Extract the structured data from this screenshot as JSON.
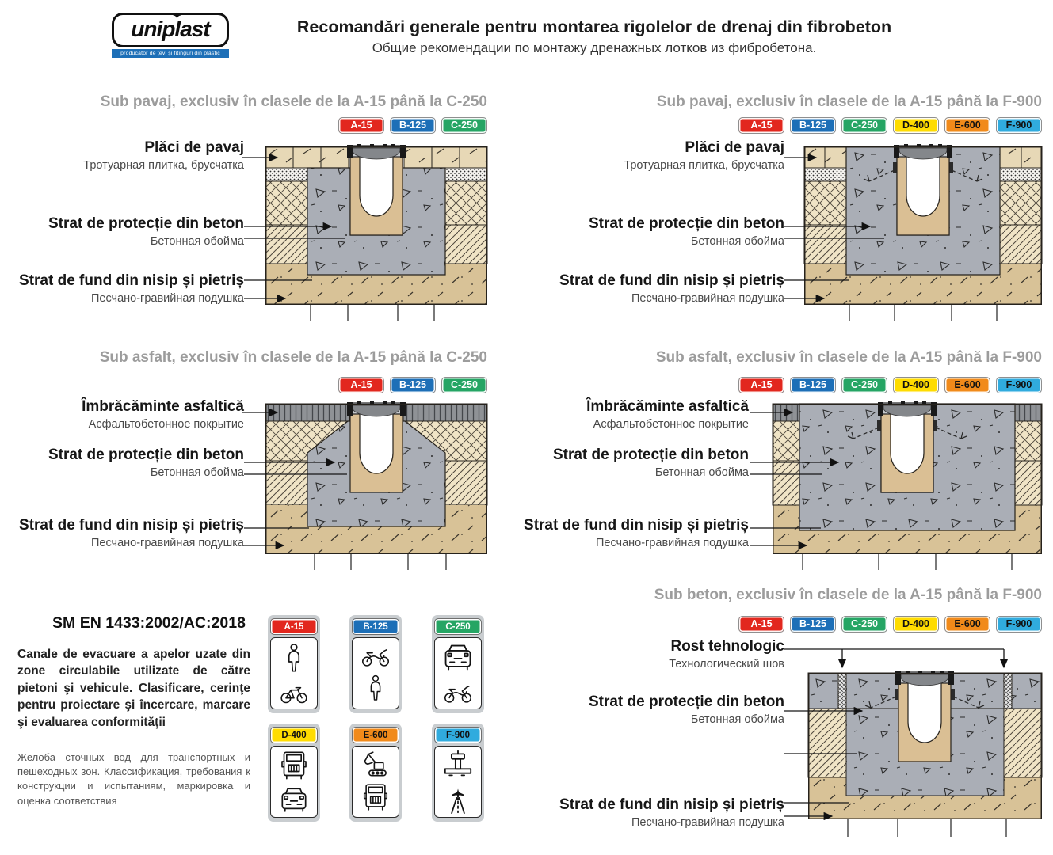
{
  "header": {
    "logo_text": "uniplast",
    "logo_tagline": "producător de țevi și fitinguri din plastic",
    "title_ro": "Recomandări generale pentru montarea rigolelor de drenaj din fibrobeton",
    "title_ru": "Общие рекомендации по монтажу дренажных лотков из фибробетона."
  },
  "classes": {
    "A-15": {
      "bg": "#E2271E",
      "fg": "#ffffff"
    },
    "B-125": {
      "bg": "#1D6FB7",
      "fg": "#ffffff"
    },
    "C-250": {
      "bg": "#25A564",
      "fg": "#ffffff"
    },
    "D-400": {
      "bg": "#FFDC00",
      "fg": "#111111"
    },
    "E-600": {
      "bg": "#F18A1A",
      "fg": "#111111"
    },
    "F-900": {
      "bg": "#30ABDE",
      "fg": "#111111"
    }
  },
  "sections": [
    {
      "heading": "Sub pavaj, exclusiv în clasele de la A-15 până la C-250",
      "badges": [
        "A-15",
        "B-125",
        "C-250"
      ],
      "labels": [
        {
          "ro": "Plăci de pavaj",
          "ru": "Тротуарная плитка, брусчатка"
        },
        {
          "ro": "Strat de protecție din beton",
          "ru": "Бетонная обойма"
        },
        {
          "ro": "Strat de fund din nisip și pietriș",
          "ru": "Песчано-гравийная подушка"
        }
      ]
    },
    {
      "heading": "Sub pavaj, exclusiv în clasele de la A-15 până la F-900",
      "badges": [
        "A-15",
        "B-125",
        "C-250",
        "D-400",
        "E-600",
        "F-900"
      ],
      "labels": [
        {
          "ro": "Plăci de pavaj",
          "ru": "Тротуарная плитка, брусчатка"
        },
        {
          "ro": "Strat de protecție din beton",
          "ru": "Бетонная обойма"
        },
        {
          "ro": "Strat de fund din nisip și pietriș",
          "ru": "Песчано-гравийная подушка"
        }
      ]
    },
    {
      "heading": "Sub asfalt, exclusiv în clasele de la A-15 până la C-250",
      "badges": [
        "A-15",
        "B-125",
        "C-250"
      ],
      "labels": [
        {
          "ro": "Îmbrăcăminte asfaltică",
          "ru": "Асфальтобетонное покрытие"
        },
        {
          "ro": "Strat de protecție din beton",
          "ru": "Бетонная обойма"
        },
        {
          "ro": "Strat de fund din nisip și pietriș",
          "ru": "Песчано-гравийная подушка"
        }
      ]
    },
    {
      "heading": "Sub asfalt, exclusiv în clasele de la A-15 până la F-900",
      "badges": [
        "A-15",
        "B-125",
        "C-250",
        "D-400",
        "E-600",
        "F-900"
      ],
      "labels": [
        {
          "ro": "Îmbrăcăminte asfaltică",
          "ru": "Асфальтобетонное покрытие"
        },
        {
          "ro": "Strat de protecție din beton",
          "ru": "Бетонная обойма"
        },
        {
          "ro": "Strat de fund din nisip și pietriș",
          "ru": "Песчано-гравийная подушка"
        }
      ]
    },
    {
      "heading": "Sub beton, exclusiv în clasele de la A-15 până la F-900",
      "badges": [
        "A-15",
        "B-125",
        "C-250",
        "D-400",
        "E-600",
        "F-900"
      ],
      "labels": [
        {
          "ro": "Rost tehnologic",
          "ru": "Технологический шов"
        },
        {
          "ro": "Strat de protecție din beton",
          "ru": "Бетонная обойма"
        },
        {
          "ro": "Strat de fund din nisip și pietriș",
          "ru": "Песчано-гравийная подушка"
        }
      ]
    }
  ],
  "standard": {
    "title": "SM EN 1433:2002/AC:2018",
    "text_ro": "Canale de evacuare a apelor uzate din zone circulabile utilizate de către pietoni şi vehicule. Clasificare, cerinţe pentru proiectare şi încercare, marcare şi evaluarea conformităţii",
    "text_ru": "Желоба сточных вод для транспортных и пешеходных зон. Классификация, требования к конструкции и испытаниям, маркировка и оценка соответствия"
  },
  "class_cards": [
    {
      "cls": "A-15",
      "icons": [
        "pedestrian-icon",
        "bicycle-icon"
      ]
    },
    {
      "cls": "B-125",
      "icons": [
        "motorcycle-icon",
        "pedestrian-icon"
      ]
    },
    {
      "cls": "C-250",
      "icons": [
        "car-icon",
        "motorcycle-icon"
      ]
    },
    {
      "cls": "D-400",
      "icons": [
        "truck-icon",
        "car-icon"
      ]
    },
    {
      "cls": "E-600",
      "icons": [
        "excavator-icon",
        "truck-icon"
      ]
    },
    {
      "cls": "F-900",
      "icons": [
        "airport-tower-icon",
        "airplane-runway-icon"
      ]
    }
  ]
}
